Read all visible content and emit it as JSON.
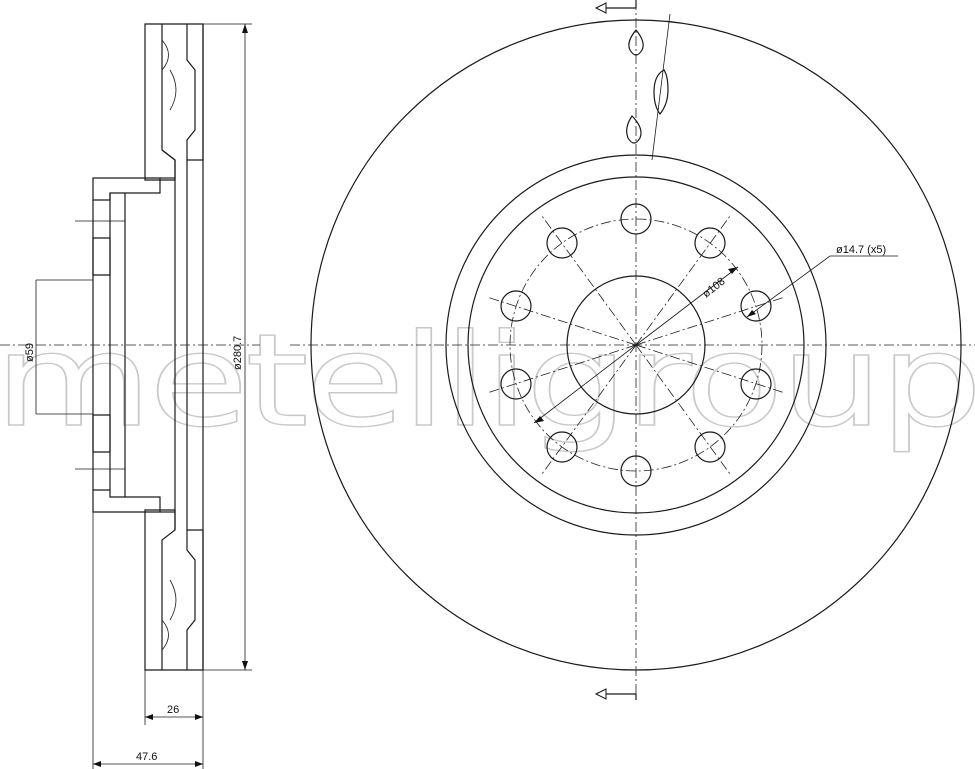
{
  "watermark": "metelligroup",
  "dimensions": {
    "disc_diameter": "ø280.7",
    "hub_diameter": "ø59",
    "thickness": "26",
    "total_height": "47.6",
    "pcd": "ø108",
    "bolt_holes": "ø14.7 (x5)"
  }
}
